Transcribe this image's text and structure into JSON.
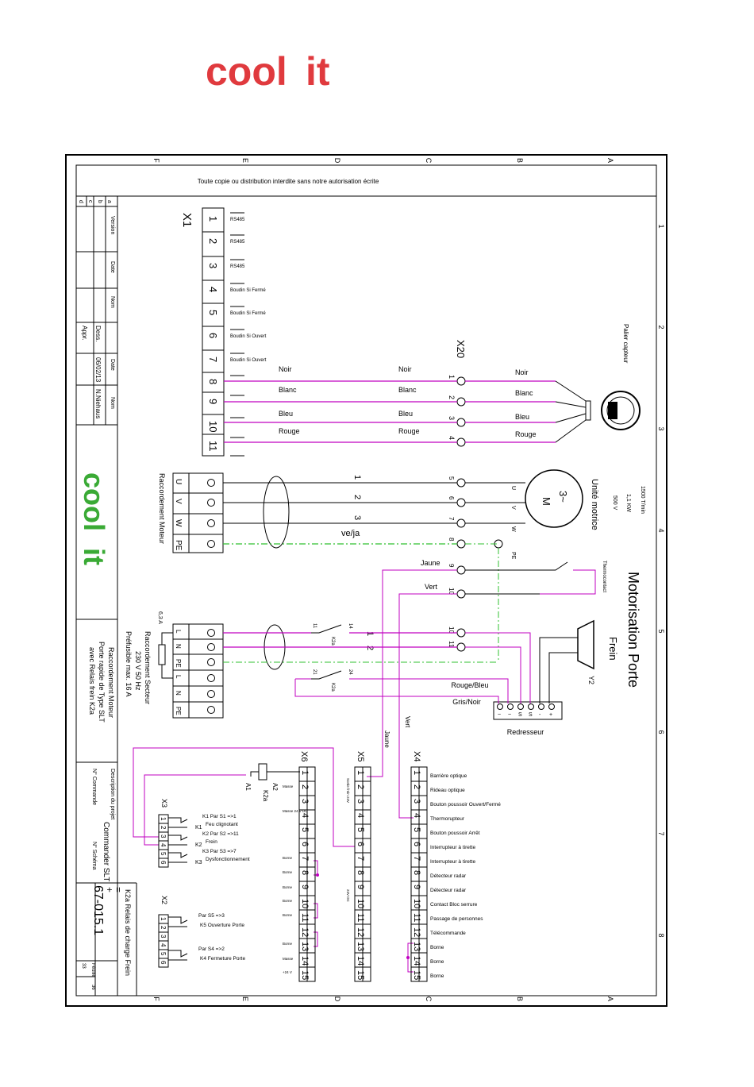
{
  "brand": {
    "logo_text_1": "cool",
    "logo_text_2": "it",
    "red": "#e03a3e",
    "green": "#3aaa35"
  },
  "colors": {
    "wire": "#c000c0",
    "ground": "#30c030",
    "line": "#000000"
  },
  "header": {
    "notice": "Toute copie ou distribution interdite sans notre autorisation écrite"
  },
  "frame": {
    "columns": [
      "F",
      "E",
      "D",
      "C",
      "B",
      "A"
    ],
    "rows": [
      "1",
      "2",
      "3",
      "4",
      "5",
      "6",
      "7",
      "8"
    ]
  },
  "title": {
    "main": "Motorisation Porte",
    "sub": "Frein"
  },
  "revision_table": {
    "rev_letters": [
      "d",
      "c",
      "b",
      "a"
    ],
    "headers": [
      "Version",
      "Date",
      "Nom"
    ],
    "dess_label": "Dess.",
    "dess_date": "06/02/13",
    "dess_name": "N.Niehaus",
    "appr_label": "Appr."
  },
  "project": {
    "description_label": "Description du projet",
    "description": "Commander SLT",
    "order_label": "N° Commande",
    "schema_label": "N° Schéma",
    "schema_no": "67-015.1",
    "plus": "+",
    "equal": "=",
    "feuille_label": "Feuille",
    "feuille_a": "33",
    "feuille_b": "36",
    "sheet_desc_1": "Raccordement Moteur",
    "sheet_desc_2": "Porte rapide de Type SLT",
    "sheet_desc_3": "avec Relais frein K2a",
    "k2a_note": "K2a Relais de charge Frein"
  },
  "x1": {
    "label": "X1",
    "terminals": [
      {
        "n": "1",
        "desc": "RS485"
      },
      {
        "n": "2",
        "desc": "RS485"
      },
      {
        "n": "3",
        "desc": "RS485"
      },
      {
        "n": "4",
        "desc": "Boudin Si Fermé"
      },
      {
        "n": "5",
        "desc": "Boudin Si Fermé"
      },
      {
        "n": "6",
        "desc": "Boudin Si Ouvert"
      },
      {
        "n": "7",
        "desc": "Boudin Si Ouvert"
      },
      {
        "n": "8",
        "desc": ""
      },
      {
        "n": "9",
        "desc": ""
      },
      {
        "n": "10",
        "desc": ""
      },
      {
        "n": "11",
        "desc": ""
      }
    ]
  },
  "x20": {
    "label": "X20",
    "pins": [
      "1",
      "2",
      "3",
      "4"
    ],
    "wires": [
      "Noir",
      "Blanc",
      "Bleu",
      "Rouge"
    ],
    "sensor": "Palier capteur"
  },
  "motor": {
    "connection_label": "Raccordement Moteur",
    "phases": [
      "U",
      "V",
      "W",
      "PE"
    ],
    "cable_nums": [
      "1",
      "2",
      "3",
      "ve/ja"
    ],
    "terminal_nums": [
      "5",
      "6",
      "7",
      "8",
      "9",
      "10",
      "11"
    ],
    "symbol": "3~",
    "symbol2": "M",
    "title": "Unité motrice",
    "rpm": "1500 T/min",
    "power": "1,1 KW",
    "voltage": "500 V",
    "pe": "PE",
    "uvw": [
      "U",
      "V",
      "W"
    ],
    "thermo": "Thermocontact",
    "jaune": "Jaune",
    "vert": "Vert"
  },
  "mains": {
    "fuse": "6,3 A",
    "terminals": [
      "L",
      "N",
      "PE",
      "L",
      "N",
      "PE"
    ],
    "label_1": "Raccordement Secteur",
    "label_2": "230 V 50 Hz",
    "label_3": "Préfusible max. 16 A",
    "k2a": "K2a",
    "contacts_top": [
      "11",
      "14"
    ],
    "contacts_bottom": [
      "21",
      "24"
    ],
    "cable_nums": [
      "1",
      "2"
    ]
  },
  "brake": {
    "y2": "Y2",
    "rectifier": "Redresseur",
    "rect_pins": [
      "~",
      "~",
      "S",
      "S",
      "-",
      "+"
    ],
    "rouge_bleu": "Rouge/Bleu",
    "gris_noir": "Gris/Noir"
  },
  "x6": {
    "label": "X6",
    "terminals": [
      "1",
      "2",
      "3",
      "4",
      "5",
      "6",
      "7",
      "8",
      "9",
      "10",
      "11",
      "12",
      "13",
      "14",
      "15"
    ],
    "k2a_label": "K2a",
    "a1": "A1",
    "a2": "A2",
    "side_labels": [
      "Masse",
      "Masse 24 V DC",
      "Borne",
      "Borne",
      "Borne",
      "Borne",
      "Borne",
      "Borne",
      "Masse",
      "+24 V"
    ]
  },
  "x5": {
    "label": "X5",
    "terminals": [
      "1",
      "2",
      "3",
      "4",
      "5",
      "6",
      "7",
      "8",
      "9",
      "10",
      "11",
      "12",
      "13",
      "14",
      "15"
    ],
    "side_label": "Sortie frein 24V",
    "side_label_2": "24V DC",
    "jaune": "Jaune",
    "vert": "Vert"
  },
  "x4": {
    "label": "X4",
    "terminals": [
      {
        "n": "1",
        "desc": "Barrière optique"
      },
      {
        "n": "2",
        "desc": "Rideau optique"
      },
      {
        "n": "3",
        "desc": "Bouton poussoir Ouvert/Fermé"
      },
      {
        "n": "4",
        "desc": "Thermorupteur"
      },
      {
        "n": "5",
        "desc": "Bouton poussoir Arrêt"
      },
      {
        "n": "6",
        "desc": "Interrupteur à tirette"
      },
      {
        "n": "7",
        "desc": "Interrupteur à tirette"
      },
      {
        "n": "8",
        "desc": "Détecteur radar"
      },
      {
        "n": "9",
        "desc": "Détecteur radar"
      },
      {
        "n": "10",
        "desc": "Contact Bloc serrure"
      },
      {
        "n": "11",
        "desc": "Passage de personnes"
      },
      {
        "n": "12",
        "desc": "Télécommande"
      },
      {
        "n": "13",
        "desc": "Borne"
      },
      {
        "n": "14",
        "desc": "Borne"
      },
      {
        "n": "15",
        "desc": "Borne"
      }
    ]
  },
  "x3": {
    "label": "X3",
    "terminals": [
      "1",
      "2",
      "3",
      "4",
      "5",
      "6"
    ],
    "relays": [
      {
        "id": "K1",
        "par": "K1 Par S1 =>1",
        "desc": "Feu clignotant"
      },
      {
        "id": "K2",
        "par": "K2 Par S2 =>11",
        "desc": "Frein"
      },
      {
        "id": "K3",
        "par": "K3 Par S3 =>7",
        "desc": "Dysfonctionnement"
      }
    ]
  },
  "x2": {
    "label": "X2",
    "terminals": [
      "1",
      "2",
      "3",
      "4",
      "5",
      "6"
    ],
    "relays": [
      {
        "par": "Par S5 =>3",
        "desc": "K5 Ouverture Porte"
      },
      {
        "par": "Par S4 =>2",
        "desc": "K4 Fermeture Porte"
      }
    ]
  }
}
